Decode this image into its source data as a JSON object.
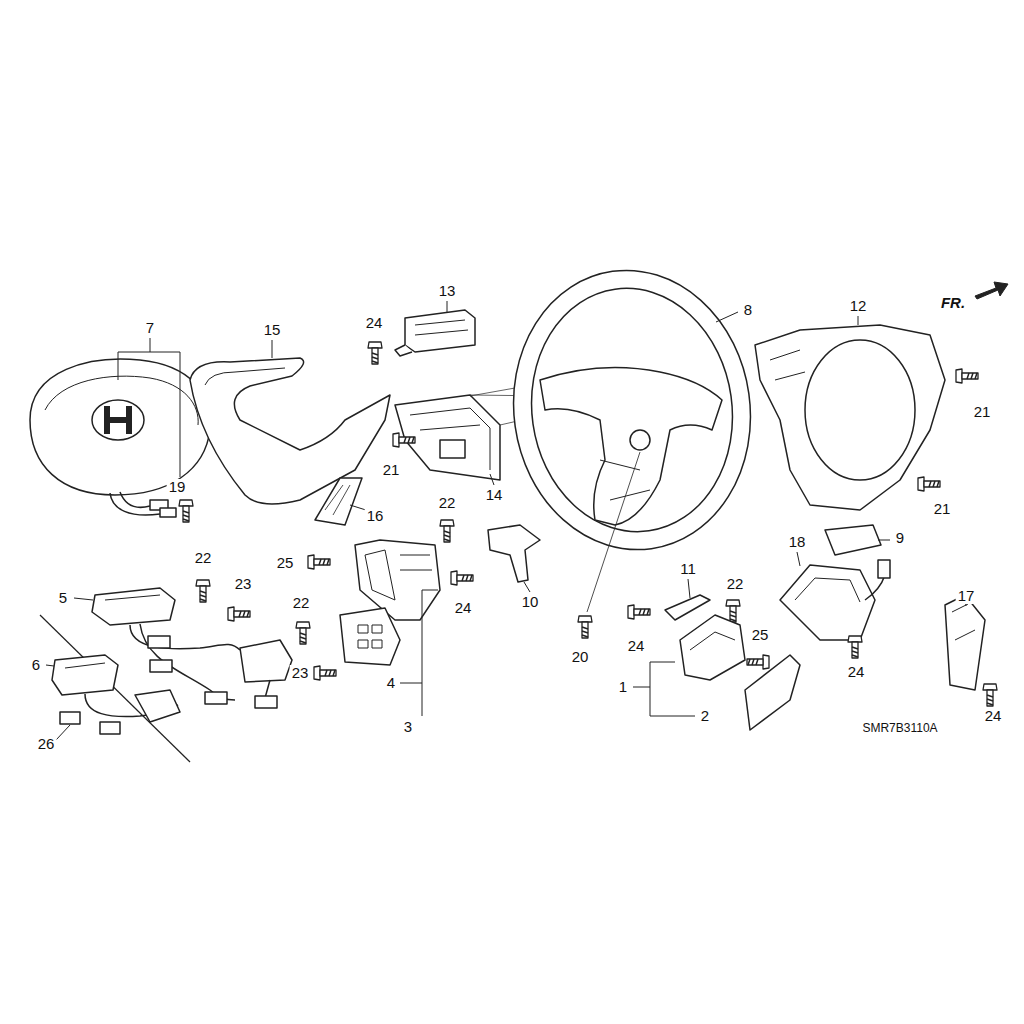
{
  "diagram": {
    "labels": [
      "13",
      "7",
      "15",
      "8",
      "12",
      "FR.",
      "24",
      "21",
      "14",
      "19",
      "21",
      "21",
      "16",
      "22",
      "22",
      "25",
      "9",
      "18",
      "5",
      "23",
      "22",
      "11",
      "10",
      "24",
      "22",
      "17",
      "25",
      "24",
      "20",
      "6",
      "23",
      "24",
      "4",
      "1",
      "2",
      "24",
      "3",
      "26",
      "SMR7B3110A"
    ]
  }
}
